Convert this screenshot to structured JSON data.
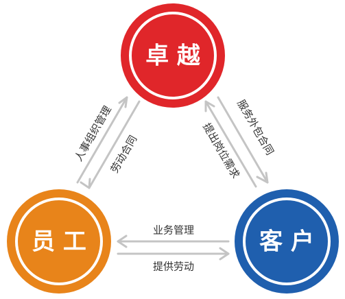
{
  "colors": {
    "top": "#e0262a",
    "left": "#e8841a",
    "right": "#1f5fae",
    "arrow": "#c4c4c4",
    "text": "#333333"
  },
  "nodes": {
    "top": {
      "label": "卓 越"
    },
    "left": {
      "label": "员 工"
    },
    "right": {
      "label": "客 户"
    }
  },
  "edges": {
    "staff_to_top_outer": "人事组织管理",
    "staff_to_top_inner": "劳动合同",
    "client_to_top_inner": "提出岗位需求",
    "client_to_top_outer": "服务外包合同",
    "bottom_upper": "业务管理",
    "bottom_lower": "提供劳动"
  }
}
